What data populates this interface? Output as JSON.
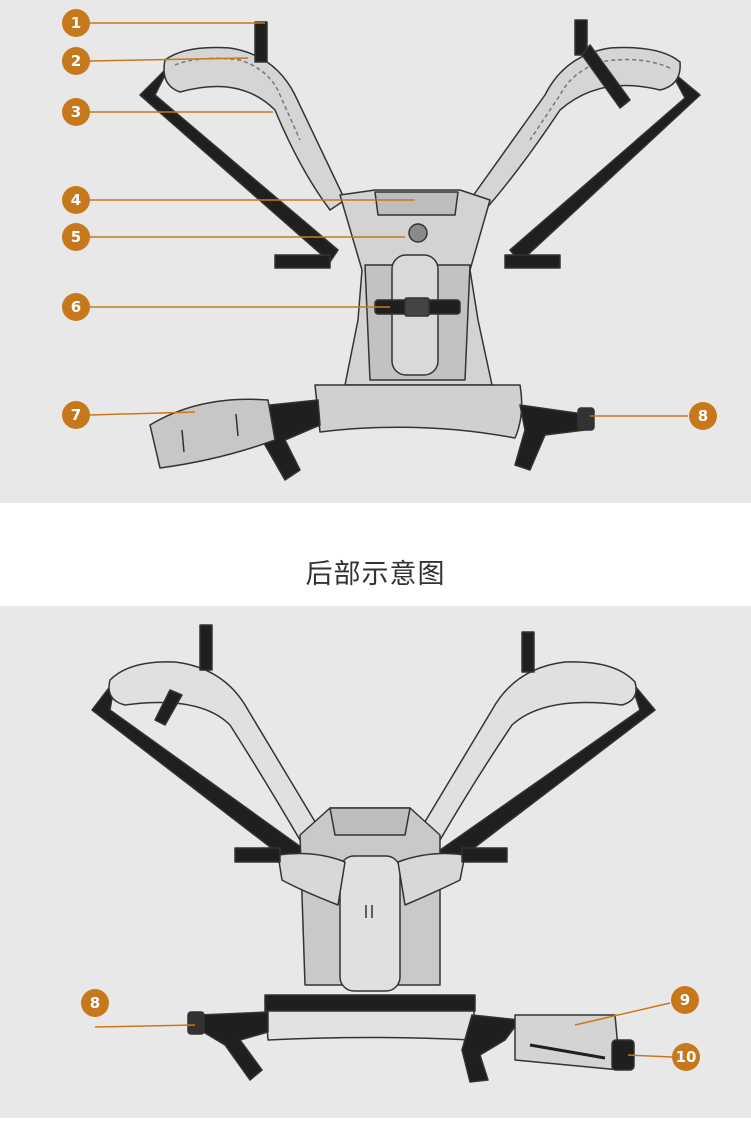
{
  "caption": "后部示意图",
  "colors": {
    "panel_background": "#e8e8e8",
    "badge": "#c8781c",
    "leader_line": "#c8781c",
    "strap": "#1f1f1f",
    "padding": "#c9c9c9",
    "padding_light": "#e9e9e9"
  },
  "top_panel": {
    "callouts": [
      {
        "number": "1"
      },
      {
        "number": "2"
      },
      {
        "number": "3"
      },
      {
        "number": "4"
      },
      {
        "number": "5"
      },
      {
        "number": "6"
      },
      {
        "number": "7"
      },
      {
        "number": "8"
      }
    ]
  },
  "bottom_panel": {
    "callouts": [
      {
        "number": "8"
      },
      {
        "number": "9"
      },
      {
        "number": "10"
      }
    ]
  }
}
